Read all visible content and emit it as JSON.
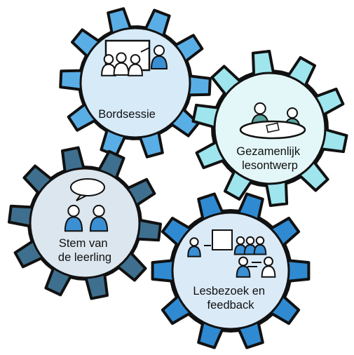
{
  "diagram": {
    "gears": [
      {
        "id": "bordsessie",
        "label_lines": [
          "Bordsessie"
        ],
        "gear_color": "#5aaee6",
        "inner_color": "#d6eaf8",
        "pictogram": "presenter-at-board-icon"
      },
      {
        "id": "gezamenlijk",
        "label_lines": [
          "Gezamenlijk",
          "lesontwerp"
        ],
        "gear_color": "#9fe5ee",
        "inner_color": "#e4f7f8",
        "pictogram": "people-around-table-icon"
      },
      {
        "id": "stem",
        "label_lines": [
          "Stem van",
          "de leerling"
        ],
        "gear_color": "#3e6f8e",
        "inner_color": "#dbe6ee",
        "pictogram": "talking-students-icon"
      },
      {
        "id": "lesbezoek",
        "label_lines": [
          "Lesbezoek en",
          "feedback"
        ],
        "gear_color": "#2f8ad2",
        "inner_color": "#dbeaf7",
        "pictogram": "observation-feedback-icon"
      }
    ]
  }
}
